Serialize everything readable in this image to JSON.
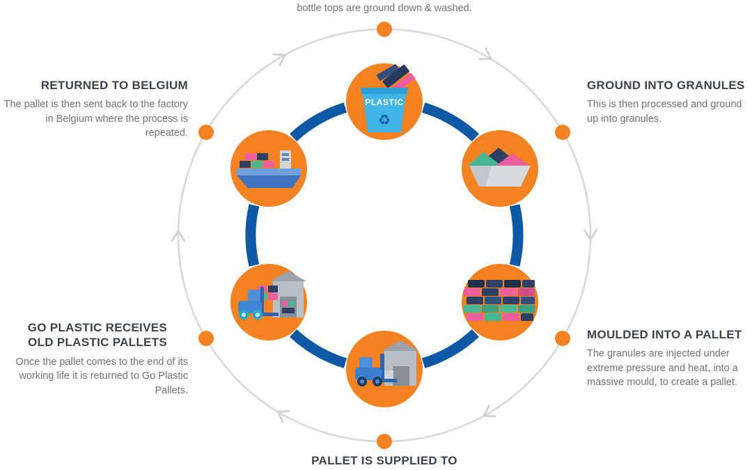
{
  "diagram_title": "Plastic pallet recycling cycle",
  "colors": {
    "accent_orange": "#f58220",
    "arc_blue": "#0e59a6",
    "ring_gray": "#d8d8d8",
    "heading_text": "#3d434b",
    "body_text": "#6f7276",
    "bin_blue": "#41b5e5",
    "pallet_navy": "#2c4165",
    "pallet_pink": "#ee5f9e",
    "pallet_green": "#47b794"
  },
  "stages": {
    "top": {
      "body": "bottle tops are ground down & washed.",
      "icon": "plastic-recycling-bin",
      "bin_label": "PLASTIC",
      "recycle_symbol": "♻"
    },
    "top_right": {
      "heading": "GROUND INTO GRANULES",
      "body": "This is then processed and ground up into granules.",
      "icon": "granules-bowl"
    },
    "bottom_right": {
      "heading": "MOULDED INTO A PALLET",
      "body": "The granules are injected under extreme pressure and heat, into a massive mould, to create a pallet.",
      "icon": "pallet-stack"
    },
    "bottom": {
      "heading": "PALLET IS SUPPLIED TO",
      "icon": "forklift-warehouse"
    },
    "bottom_left": {
      "heading": "GO PLASTIC RECEIVES OLD PLASTIC PALLETS",
      "body": "Once the pallet comes to the end of its working life it is returned to Go Plastic Pallets.",
      "icon": "forklift-pallets-warehouse"
    },
    "top_left": {
      "heading": "RETURNED TO BELGIUM",
      "body": "The pallet is then sent back to the factory in Belgium where the process is repeated.",
      "icon": "cargo-ship"
    }
  }
}
